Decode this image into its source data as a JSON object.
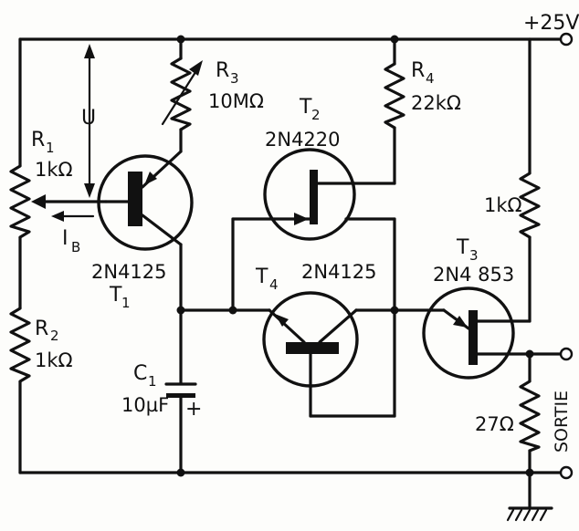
{
  "supply": {
    "label": "+25V"
  },
  "voltage": {
    "label": "U"
  },
  "base_current": {
    "main": "I",
    "sub": "B"
  },
  "output": {
    "label": "SORTIE"
  },
  "components": {
    "r1": {
      "name": "R",
      "sub": "1",
      "value": "1kΩ"
    },
    "r2": {
      "name": "R",
      "sub": "2",
      "value": "1kΩ"
    },
    "r3": {
      "name": "R",
      "sub": "3",
      "value": "10MΩ"
    },
    "r4": {
      "name": "R",
      "sub": "4",
      "value": "22kΩ"
    },
    "r5": {
      "value": "1kΩ"
    },
    "r6": {
      "value": "27Ω"
    },
    "c1": {
      "name": "C",
      "sub": "1",
      "value": "10µF",
      "polarity": "+"
    },
    "t1": {
      "name": "T",
      "sub": "1",
      "part": "2N4125"
    },
    "t2": {
      "name": "T",
      "sub": "2",
      "part": "2N4220"
    },
    "t3": {
      "name": "T",
      "sub": "3",
      "part": "2N4 853"
    },
    "t4": {
      "name": "T",
      "sub": "4",
      "part": "2N4125"
    }
  }
}
